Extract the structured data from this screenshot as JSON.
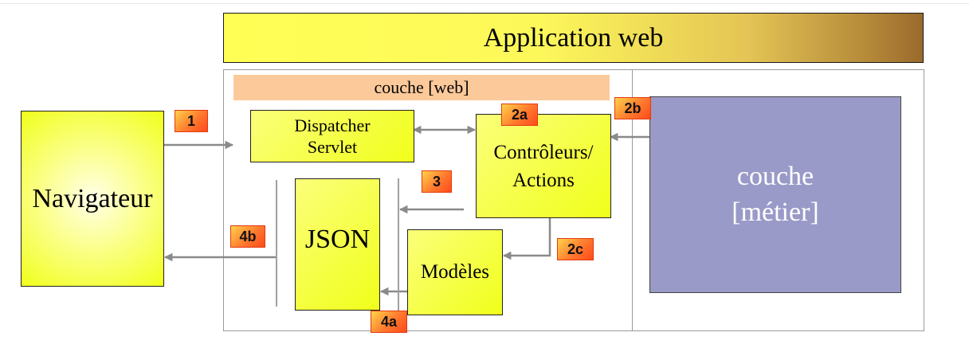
{
  "title": "Application web",
  "layer_web_label": "couche [web]",
  "navigateur": "Navigateur",
  "dispatcher": {
    "line1": "Dispatcher",
    "line2": "Servlet"
  },
  "controleurs": {
    "line1": "Contrôleurs/",
    "line2": "Actions"
  },
  "json": "JSON",
  "modeles": "Modèles",
  "metier": {
    "line1": "couche",
    "line2": "[métier]"
  },
  "badges": {
    "b1": "1",
    "b2a": "2a",
    "b2b": "2b",
    "b2c": "2c",
    "b3": "3",
    "b4a": "4a",
    "b4b": "4b"
  },
  "colors": {
    "yellow": "#f0ff1a",
    "metier": "#9a9ac8",
    "web_layer": "#fcc99a",
    "badge": "#ff6a2a",
    "arrow": "#8a8a8a"
  }
}
